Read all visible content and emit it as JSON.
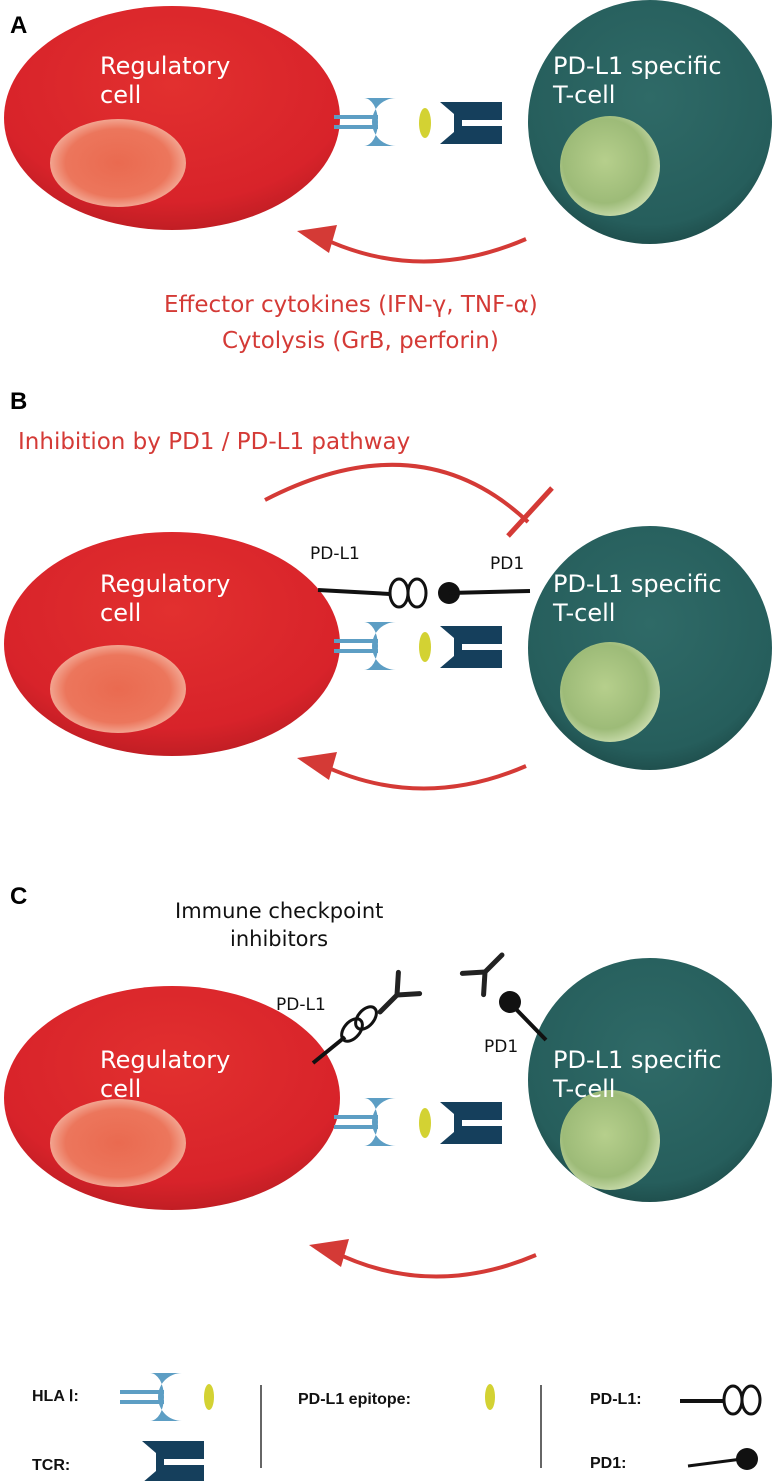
{
  "panels": {
    "a": {
      "letter": "A",
      "left_cell": [
        "Regulatory",
        "cell"
      ],
      "right_cell": [
        "PD-L1 specific",
        "T-cell"
      ],
      "effects": [
        "Effector cytokines (IFN-γ, TNF-α)",
        "Cytolysis (GrB, perforin)"
      ]
    },
    "b": {
      "letter": "B",
      "title": "Inhibition by PD1 / PD-L1 pathway",
      "pdl1_label": "PD-L1",
      "pd1_label": "PD1",
      "left_cell": [
        "Regulatory",
        "cell"
      ],
      "right_cell": [
        "PD-L1 specific",
        "T-cell"
      ]
    },
    "c": {
      "letter": "C",
      "title": [
        "Immune checkpoint",
        "inhibitors"
      ],
      "pdl1_label": "PD-L1",
      "pd1_label": "PD1",
      "left_cell": [
        "Regulatory",
        "cell"
      ],
      "right_cell": [
        "PD-L1 specific",
        "T-cell"
      ]
    }
  },
  "legend": {
    "hla": "HLA Ⅰ:",
    "tcr": "TCR:",
    "epitope": "PD-L1 epitope:",
    "pdl1": "PD-L1:",
    "pd1": "PD1:"
  },
  "colors": {
    "regulatory_cell": "#d8232a",
    "t_cell": "#265e5c",
    "hla": "#5d9ec4",
    "tcr": "#153f5c",
    "epitope": "#d3d233",
    "arrow": "#d43a36"
  }
}
